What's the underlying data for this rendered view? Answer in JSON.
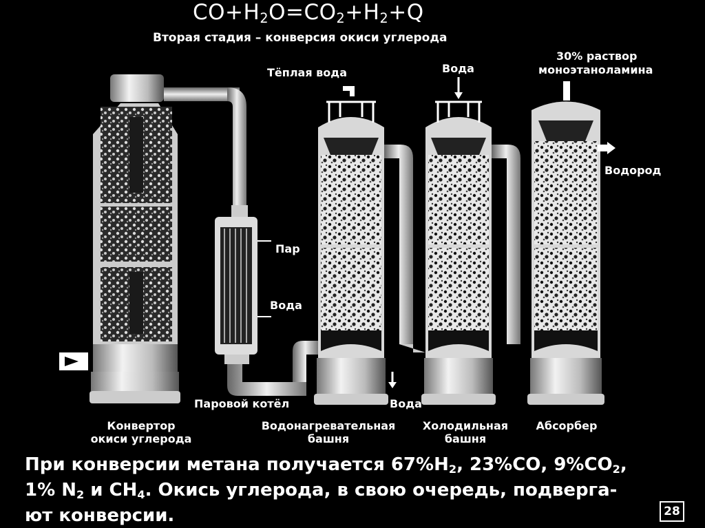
{
  "title": {
    "equation_parts": [
      "CO+H",
      "2",
      "O=CO",
      "2",
      "+H",
      "2",
      "+Q"
    ],
    "subtitle": "Вторая стадия – конверсия окиси углерода"
  },
  "labels": {
    "warm_water": "Тёплая вода",
    "water_top": "Вода",
    "mea_line1": "30% раствор",
    "mea_line2": "моноэтаноламина",
    "hydrogen": "Водород",
    "steam": "Пар",
    "water_boiler": "Вода",
    "steam_boiler": "Паровой котёл",
    "water_out": "Вода"
  },
  "equipment": {
    "converter_line1": "Конвертор",
    "converter_line2": "окиси углерода",
    "heating_tower_line1": "Водонагревательная",
    "heating_tower_line2": "башня",
    "cooling_tower_line1": "Холодильная",
    "cooling_tower_line2": "башня",
    "absorber": "Абсорбер"
  },
  "caption": {
    "line1_a": "При конверсии метана получается 67%Н",
    "line1_sub1": "2",
    "line1_b": ",  23%СО,  9%СО",
    "line1_sub2": "2",
    "line1_c": ",",
    "line2_a": "1% N",
    "line2_sub": "2",
    "line2_b": " и  СН",
    "line2_sub2": "4",
    "line2_c": ".  Окись углерода,  в  свою  очередь,  подверга-",
    "line3": "ют  конверсии."
  },
  "page_number": "28"
}
